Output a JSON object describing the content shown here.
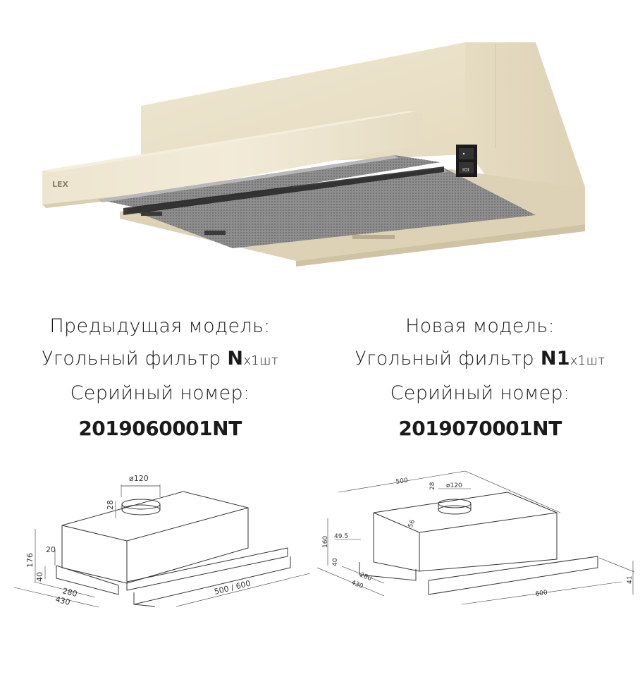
{
  "product": {
    "brand_logo": "LEX",
    "description": "Telescopic cooker hood, ivory/beige body, two aluminium mesh grease filters, rocker switch block",
    "colors": {
      "body": "#e9e0c8",
      "body_shade": "#d8cdb0",
      "filter": "#8c8c8c",
      "switch": "#1b1b1b"
    }
  },
  "previous_model": {
    "heading": "Предыдущая модель:",
    "filter_label": "Угольный фильтр ",
    "filter_code": "N",
    "filter_qty": "x1",
    "filter_unit": "шт",
    "serial_label": "Серийный номер:",
    "serial_number": "2019060001NT"
  },
  "new_model": {
    "heading": "Новая модель:",
    "filter_label": "Угольный фильтр ",
    "filter_code": "N1",
    "filter_qty": "x1",
    "filter_unit": "шт",
    "serial_label": "Серийный номер:",
    "serial_number": "2019070001NT"
  },
  "drawing_previous": {
    "dimensions": {
      "duct_diameter": "ø120",
      "duct_height": "28",
      "total_height": "176",
      "front_offset": "20",
      "visor_height": "40",
      "depth_inner": "280",
      "depth_total": "430",
      "width": "500 / 600"
    }
  },
  "drawing_new": {
    "dimensions": {
      "top_width": "500",
      "duct_offset_a": "56",
      "duct_height": "28",
      "duct_diameter": "ø120",
      "total_height": "160",
      "front_offset": "49.5",
      "visor_height": "40",
      "depth_inner": "280",
      "depth_total": "430",
      "width": "600",
      "visor_panel_height": "41"
    }
  }
}
